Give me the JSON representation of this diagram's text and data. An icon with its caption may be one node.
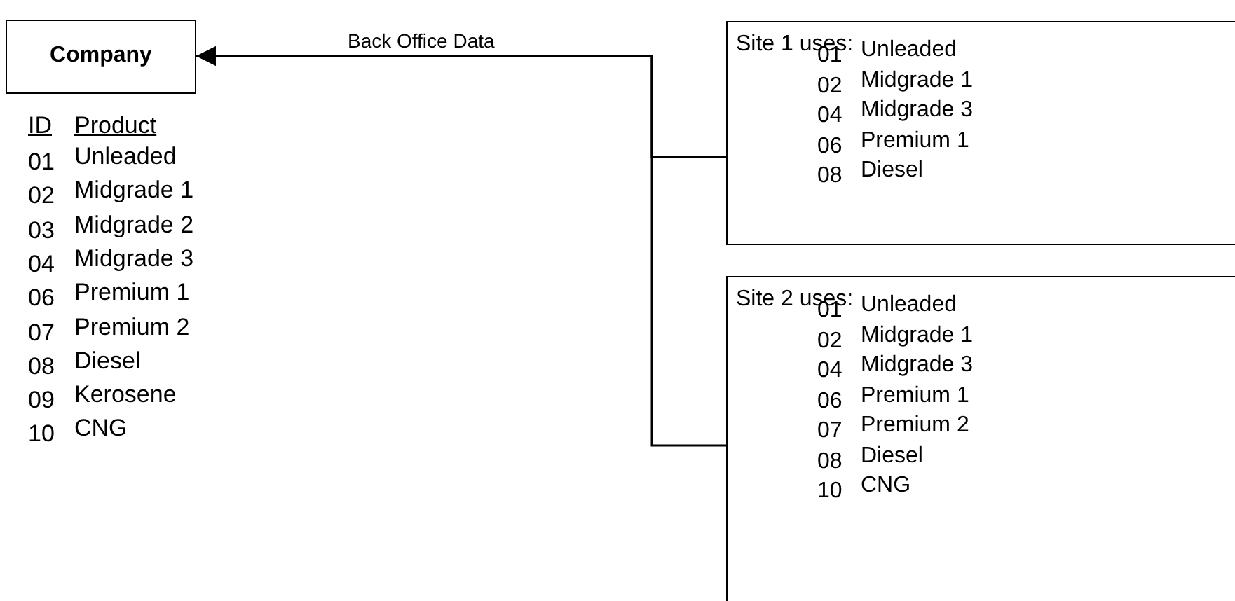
{
  "diagram": {
    "nodes": [
      {
        "text": [
          "Company"
        ]
      },
      {
        "text": [
          "Site 1 uses:",
          "01",
          "Unleaded",
          "02",
          "Midgrade 1",
          "04",
          "Midgrade 3",
          "06",
          "Premium 1",
          "08",
          "Diesel"
        ]
      },
      {
        "text": [
          "Site 2 uses:",
          "01",
          "Unleaded",
          "02",
          "Midgrade 1",
          "04",
          "Midgrade 3",
          "06",
          "Premium 1",
          "07",
          "Premium 2",
          "08",
          "Diesel",
          "10",
          "CNG"
        ]
      }
    ],
    "edges": [
      {
        "from": 1,
        "to": 0,
        "arrow": "to",
        "label": "Back Office Data"
      },
      {
        "from": 2,
        "to": 0,
        "arrow": "to"
      }
    ],
    "labels": [
      "ID",
      "Product",
      "01",
      "Unleaded",
      "02",
      "Midgrade 1",
      "03",
      "Midgrade 2",
      "04",
      "Midgrade 3",
      "06",
      "Premium 1",
      "07",
      "Premium 2",
      "08",
      "Diesel",
      "09",
      "Kerosene",
      "10",
      "CNG"
    ]
  }
}
